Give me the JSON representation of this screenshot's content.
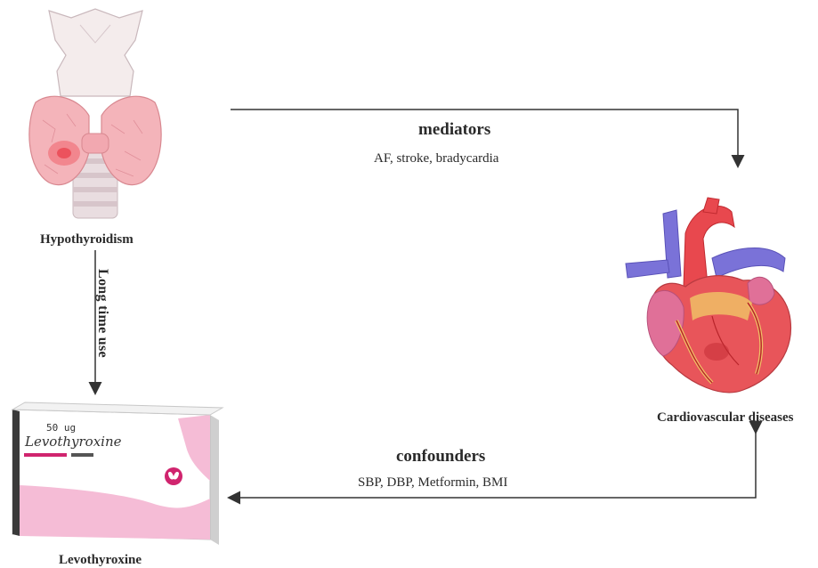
{
  "nodes": {
    "hypothyroidism": "Hypothyroidism",
    "cardiovascular": "Cardiovascular diseases",
    "levothyroxine": "Levothyroxine"
  },
  "edges": {
    "mediators_title": "mediators",
    "mediators_list": "AF, stroke, bradycardia",
    "confounders_title": "confounders",
    "confounders_list": "SBP, DBP, Metformin, BMI",
    "long_time_use": "Long time use"
  },
  "package": {
    "dose": "50 ug",
    "brand": "Levothyroxine"
  },
  "colors": {
    "arrow": "#333333",
    "thyroid": "#f0aab0",
    "heart_red": "#e8555a",
    "vessel_blue": "#7a72d8",
    "package_pink": "#f5bcd6",
    "accent_magenta": "#d0246e"
  }
}
